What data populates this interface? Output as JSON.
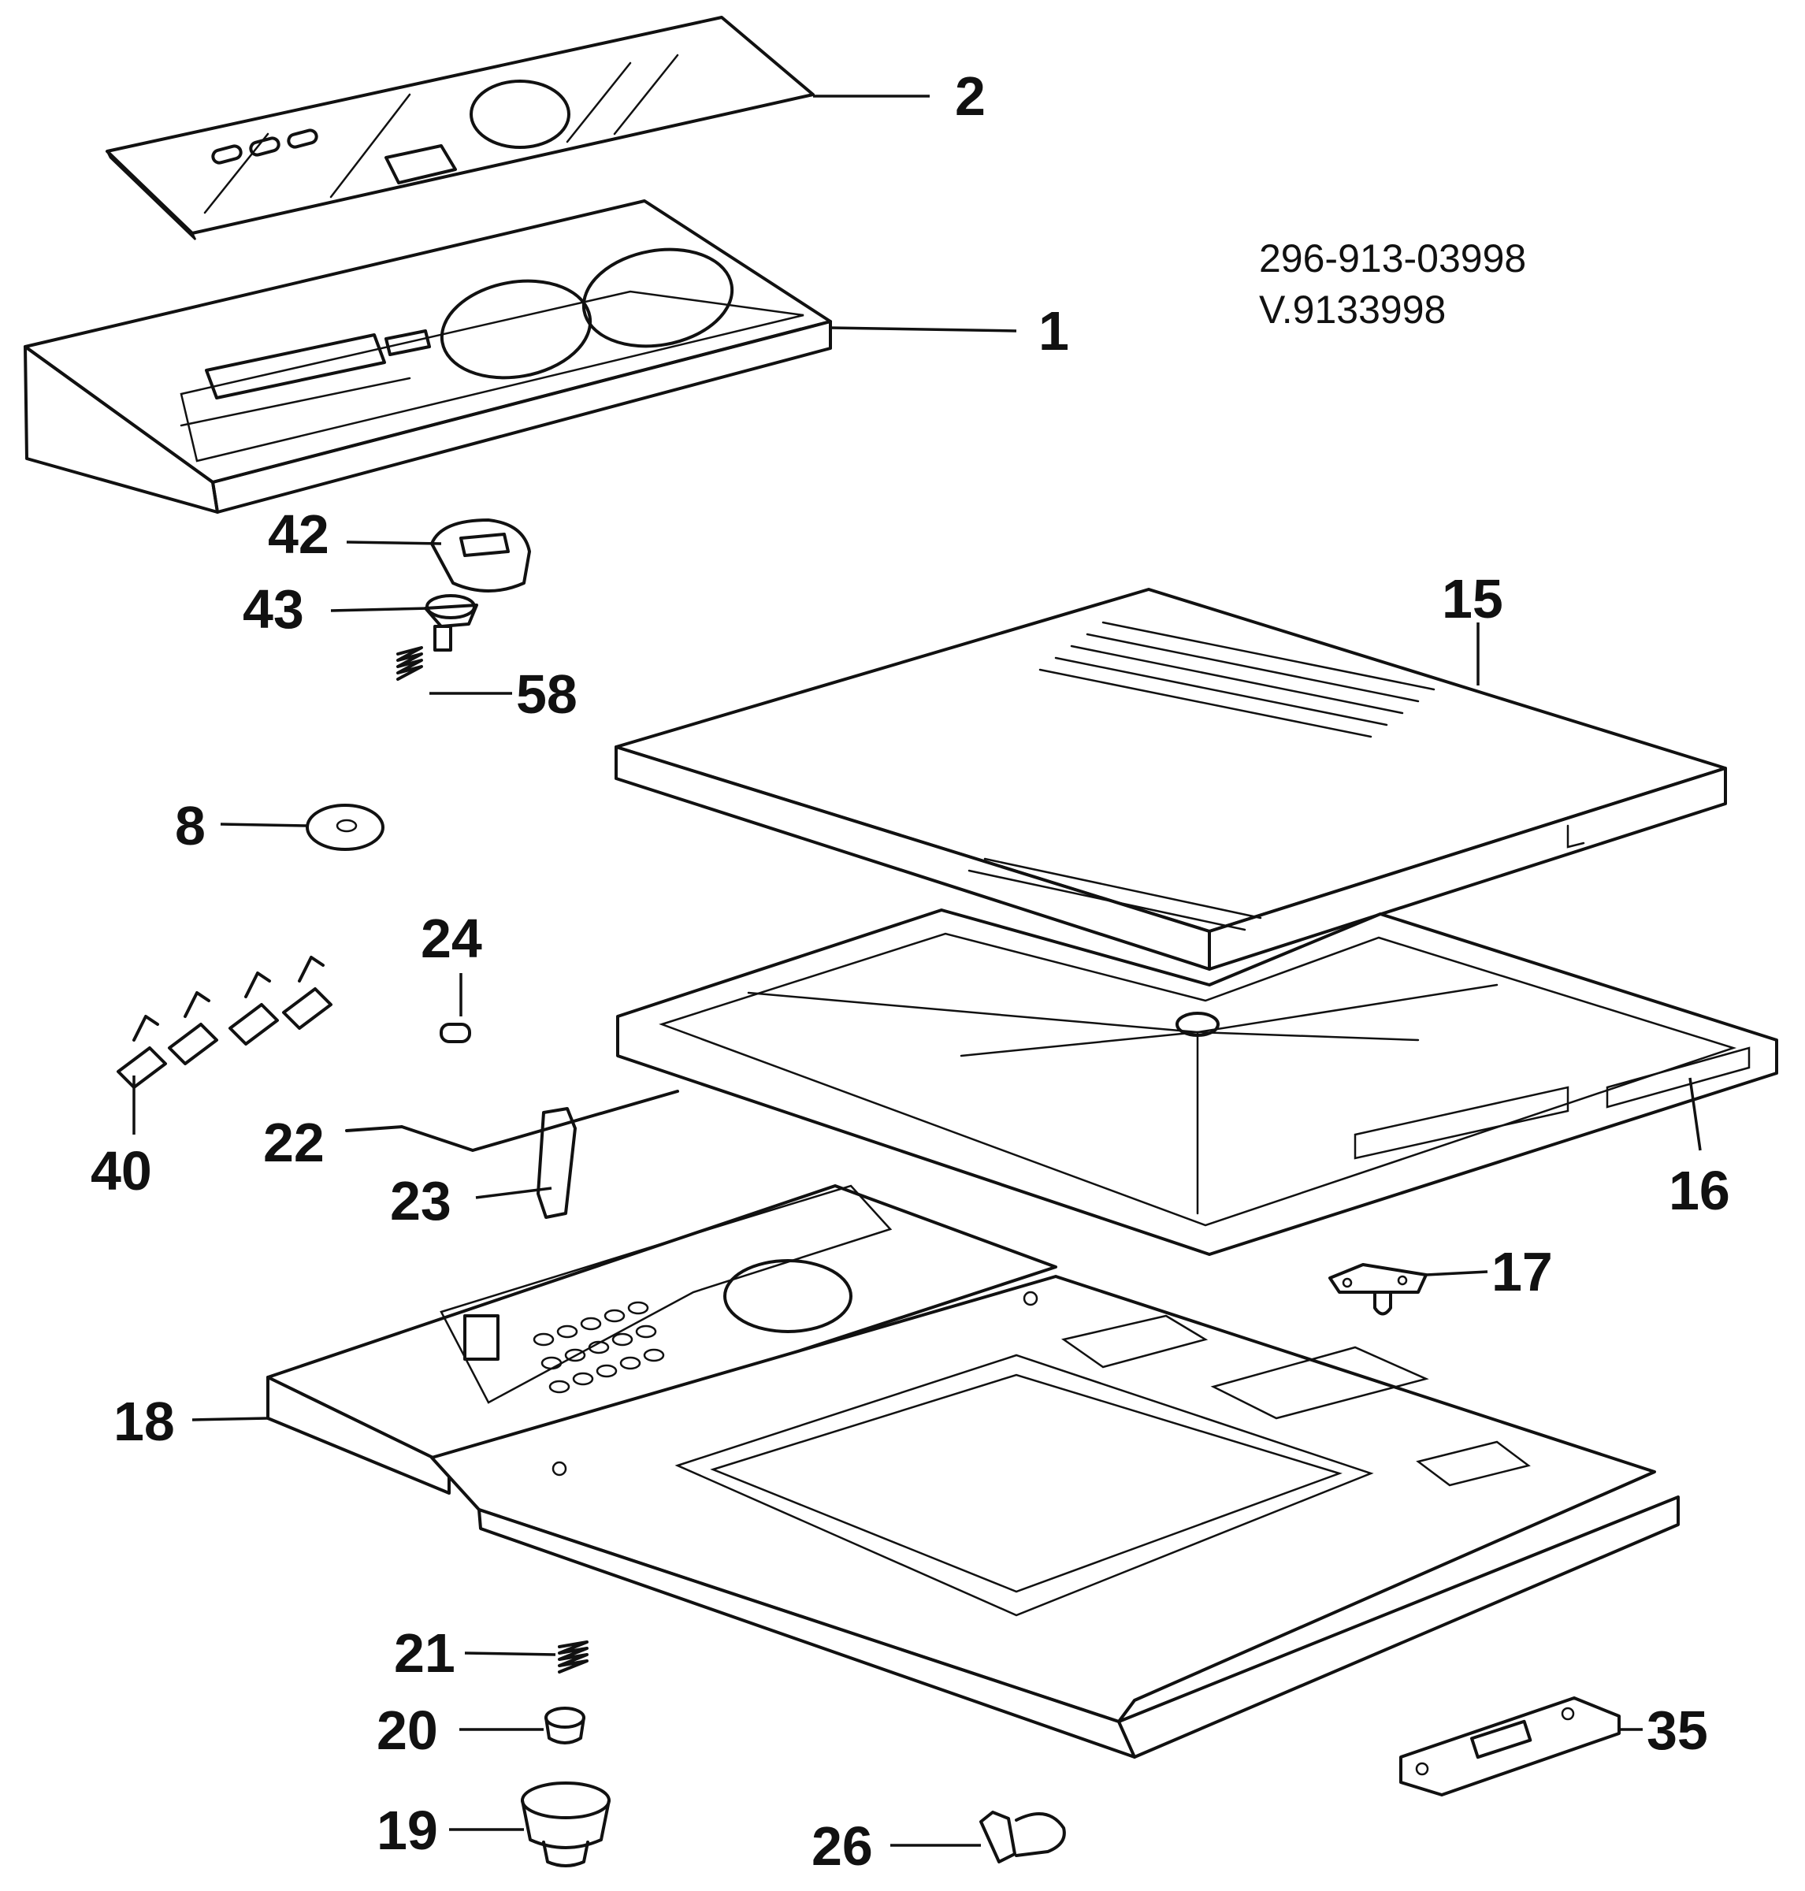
{
  "drawing": {
    "codes": [
      "296-913-03998",
      "V.9133998"
    ]
  },
  "callouts": [
    {
      "id": "2",
      "text": "2"
    },
    {
      "id": "1",
      "text": "1"
    },
    {
      "id": "42",
      "text": "42"
    },
    {
      "id": "43",
      "text": "43"
    },
    {
      "id": "58",
      "text": "58"
    },
    {
      "id": "15",
      "text": "15"
    },
    {
      "id": "8",
      "text": "8"
    },
    {
      "id": "24",
      "text": "24"
    },
    {
      "id": "40",
      "text": "40"
    },
    {
      "id": "22",
      "text": "22"
    },
    {
      "id": "23",
      "text": "23"
    },
    {
      "id": "16",
      "text": "16"
    },
    {
      "id": "17",
      "text": "17"
    },
    {
      "id": "18",
      "text": "18"
    },
    {
      "id": "21",
      "text": "21"
    },
    {
      "id": "20",
      "text": "20"
    },
    {
      "id": "35",
      "text": "35"
    },
    {
      "id": "19",
      "text": "19"
    },
    {
      "id": "26",
      "text": "26"
    }
  ]
}
